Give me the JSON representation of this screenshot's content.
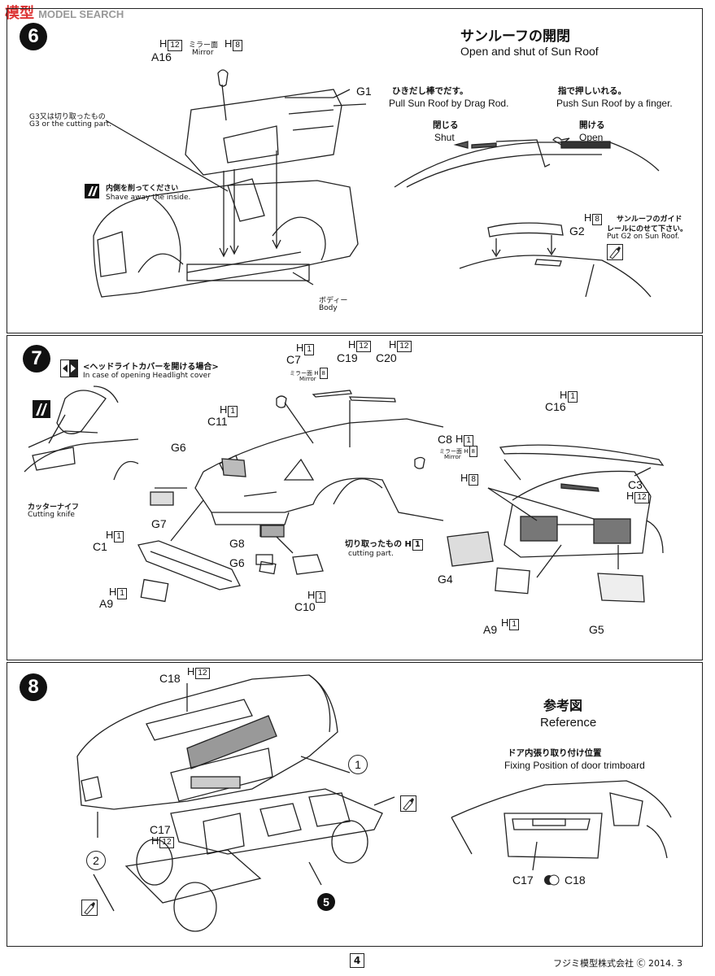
{
  "watermark": {
    "logo_text": "模型",
    "search_text": "MODEL SEARCH"
  },
  "step6": {
    "num": "6",
    "title_jp": "サンルーフの開閉",
    "title_en": "Open and shut of Sun Roof",
    "a16": "A16",
    "a16_h": "12",
    "mirror_jp": "ミラー面",
    "mirror_h": "8",
    "mirror_en": "Mirror",
    "g1": "G1",
    "g3_jp": "G3又は切り取ったもの",
    "g3_en": "G3 or the cutting part.",
    "shave_jp": "内側を削ってください",
    "shave_en": "Shave away the inside.",
    "body_jp": "ボディー",
    "body_en": "Body",
    "pull_jp": "ひきだし棒でだす。",
    "pull_en": "Pull Sun Roof by Drag Rod.",
    "push_jp": "指で押しいれる。",
    "push_en": "Push Sun Roof by a finger.",
    "shut_jp": "閉じる",
    "shut_en": "Shut",
    "open_jp": "開ける",
    "open_en": "Open",
    "g2": "G2",
    "g2_h": "8",
    "guide_jp1": "サンルーフのガイド",
    "guide_jp2": "レールにのせて下さい。",
    "guide_en": "Put G2 on Sun Roof."
  },
  "step7": {
    "num": "7",
    "case_jp": "<ヘッドライトカバーを開ける場合>",
    "case_en": "In case of opening Headlight cover",
    "knife_jp": "カッターナイフ",
    "knife_en": "Cutting knife",
    "c7": "C7",
    "c7_h": "1",
    "c7_mirror": "ミラー面",
    "c7_mirror_h": "8",
    "c7_mirror_en": "Mirror",
    "c19": "C19",
    "c19_h": "12",
    "c20": "C20",
    "c20_h": "12",
    "c11": "C11",
    "c11_h": "1",
    "g6a": "G6",
    "c8": "C8",
    "c8_h": "1",
    "c8_mirror": "ミラー面",
    "c8_mirror_h": "8",
    "c8_mirror_en": "Mirror",
    "g7": "G7",
    "c1": "C1",
    "c1_h": "1",
    "g8": "G8",
    "g6b": "G6",
    "cut_jp": "切り取ったもの",
    "cut_h": "1",
    "cut_en": "cutting part.",
    "a9a": "A9",
    "a9a_h": "1",
    "c10": "C10",
    "c10_h": "1",
    "c16": "C16",
    "c16_h": "1",
    "h8": "8",
    "c3": "C3",
    "c3_h": "12",
    "g4": "G4",
    "a9b": "A9",
    "a9b_h": "1",
    "g5": "G5"
  },
  "step8": {
    "num": "8",
    "c18": "C18",
    "c18_h": "12",
    "c17": "C17",
    "c17_h": "12",
    "sub1": "1",
    "sub2": "2",
    "sub5": "5",
    "ref_jp": "参考図",
    "ref_en": "Reference",
    "door_jp": "ドア内張り取り付け位置",
    "door_en": "Fixing Position of door trimboard",
    "ref_c17": "C17",
    "ref_c18": "C18"
  },
  "footer": {
    "page": "4",
    "copyright": "フジミ模型株式会社 Ⓒ 2014. 3"
  }
}
